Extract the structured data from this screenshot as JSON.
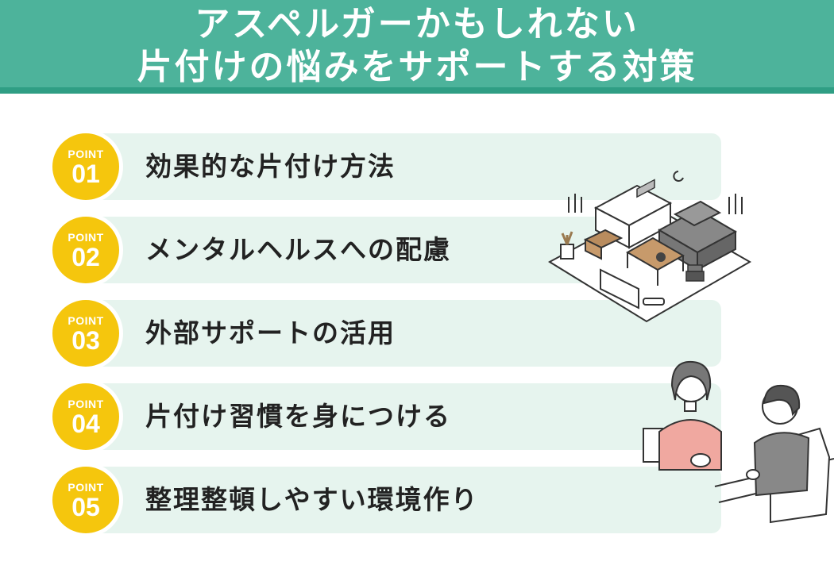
{
  "header": {
    "title_line1": "アスペルガーかもしれない",
    "title_line2": "片付けの悩みをサポートする対策"
  },
  "points": [
    {
      "badge_label": "POINT",
      "number": "01",
      "text": "効果的な片付け方法"
    },
    {
      "badge_label": "POINT",
      "number": "02",
      "text": "メンタルヘルスへの配慮"
    },
    {
      "badge_label": "POINT",
      "number": "03",
      "text": "外部サポートの活用"
    },
    {
      "badge_label": "POINT",
      "number": "04",
      "text": "片付け習慣を身につける"
    },
    {
      "badge_label": "POINT",
      "number": "05",
      "text": "整理整頓しやすい環境作り"
    }
  ],
  "colors": {
    "header_bg": "#4db39b",
    "row_bg": "#e6f4ee",
    "badge": "#f5c60d"
  },
  "illustrations": [
    "messy-room-illustration",
    "counseling-illustration"
  ]
}
